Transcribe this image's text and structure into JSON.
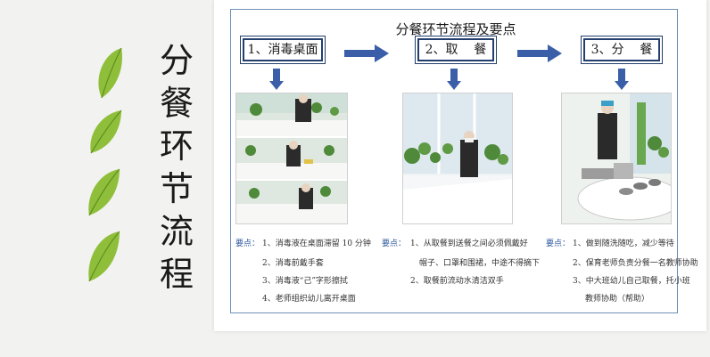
{
  "side_title": [
    "分",
    "餐",
    "环",
    "节",
    "流",
    "程"
  ],
  "slide_title": "分餐环节流程及要点",
  "steps": [
    {
      "label": "1、消毒桌面"
    },
    {
      "label": "2、取    餐"
    },
    {
      "label": "3、分    餐"
    }
  ],
  "notes": [
    {
      "prefix": "要点：",
      "lines": [
        "1、消毒液在桌面滞留 10 分钟",
        "2、消毒前戴手套",
        "3、消毒液“己”字形擦拭",
        "4、老师组织幼儿离开桌面"
      ]
    },
    {
      "prefix": "要点：",
      "lines": [
        "1、从取餐到送餐之间必须佩戴好",
        "帽子、口罩和围裙，中途不得摘下",
        "2、取餐前流动水清洁双手"
      ]
    },
    {
      "prefix": "要点：",
      "lines": [
        "1、做到随洗随吃，减少等待",
        "2、保育老师负责分餐一名教师协助",
        "3、中大班幼儿自己取餐，托小班",
        "教师协助（帮助）"
      ]
    }
  ],
  "colors": {
    "accent": "#3a5fa8",
    "border": "#233f6e",
    "leaf": "#8fbf3a"
  }
}
